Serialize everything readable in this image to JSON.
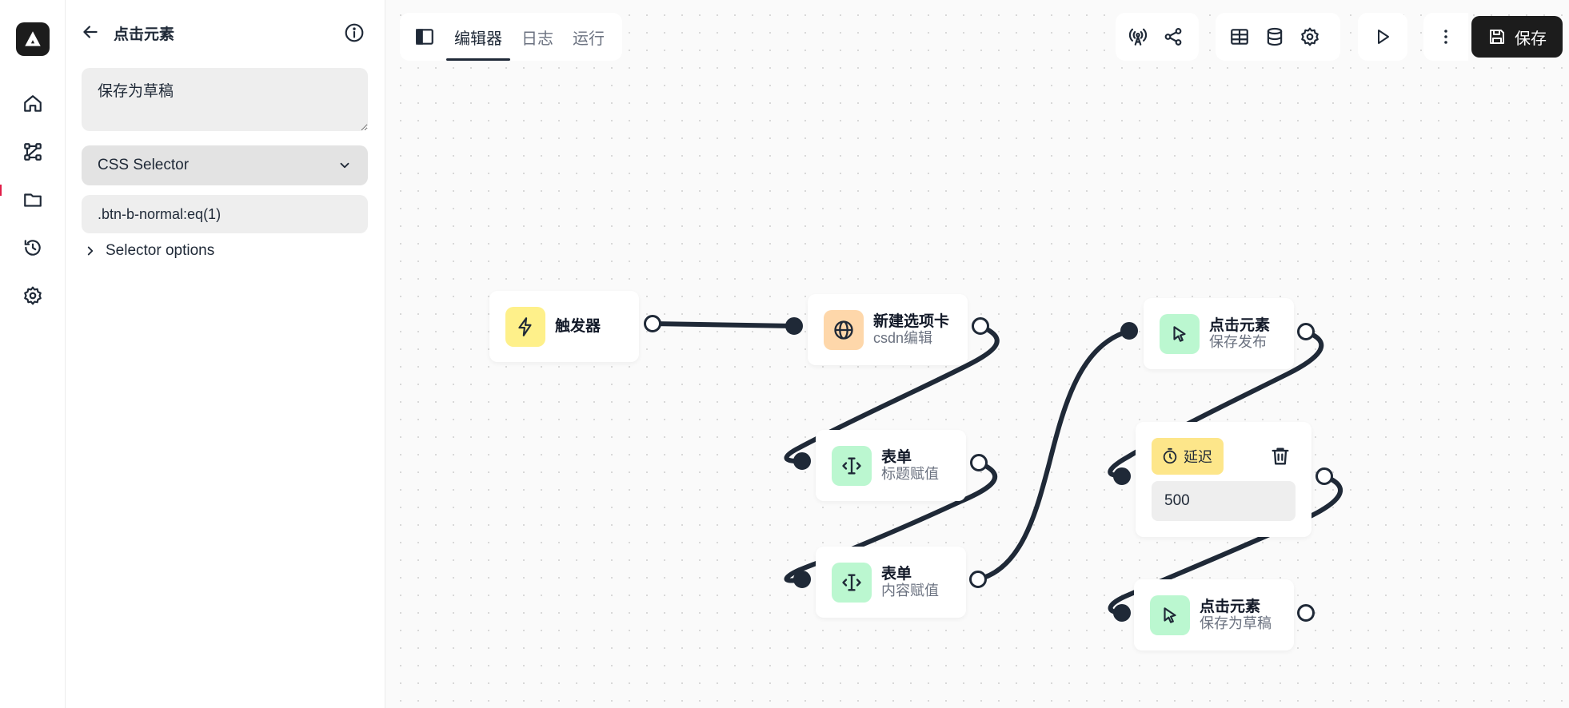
{
  "sidebar": {
    "nav": [
      {
        "name": "home",
        "icon": "home-icon"
      },
      {
        "name": "workflows",
        "icon": "workflow-icon"
      },
      {
        "name": "storage",
        "icon": "folder-icon"
      },
      {
        "name": "logs",
        "icon": "history-icon"
      },
      {
        "name": "settings",
        "icon": "settings-icon"
      }
    ]
  },
  "panel": {
    "title": "点击元素",
    "description": "保存为草稿",
    "selector_type": "CSS Selector",
    "selector_value": ".btn-b-normal:eq(1)",
    "selector_options_label": "Selector options"
  },
  "toolbar": {
    "tabs": [
      {
        "label": "编辑器",
        "active": true
      },
      {
        "label": "日志",
        "active": false
      },
      {
        "label": "运行",
        "active": false
      }
    ],
    "save_label": "保存"
  },
  "nodes": {
    "trigger": {
      "title": "触发器"
    },
    "new_tab": {
      "title": "新建选项卡",
      "subtitle": "csdn编辑"
    },
    "form1": {
      "title": "表单",
      "subtitle": "标题赋值"
    },
    "form2": {
      "title": "表单",
      "subtitle": "内容赋值"
    },
    "click1": {
      "title": "点击元素",
      "subtitle": "保存发布"
    },
    "delay": {
      "title": "延迟",
      "value": "500"
    },
    "click2": {
      "title": "点击元素",
      "subtitle": "保存为草稿"
    }
  },
  "colors": {
    "trigger_icon_bg": "#fef08a",
    "globe_icon_bg": "#fed7aa",
    "form_icon_bg": "#bbf7d0",
    "click_icon_bg": "#bbf7d0",
    "delay_badge_bg": "#fde68a",
    "save_button_bg": "#1c1c1c",
    "edge": "#1f2937"
  }
}
